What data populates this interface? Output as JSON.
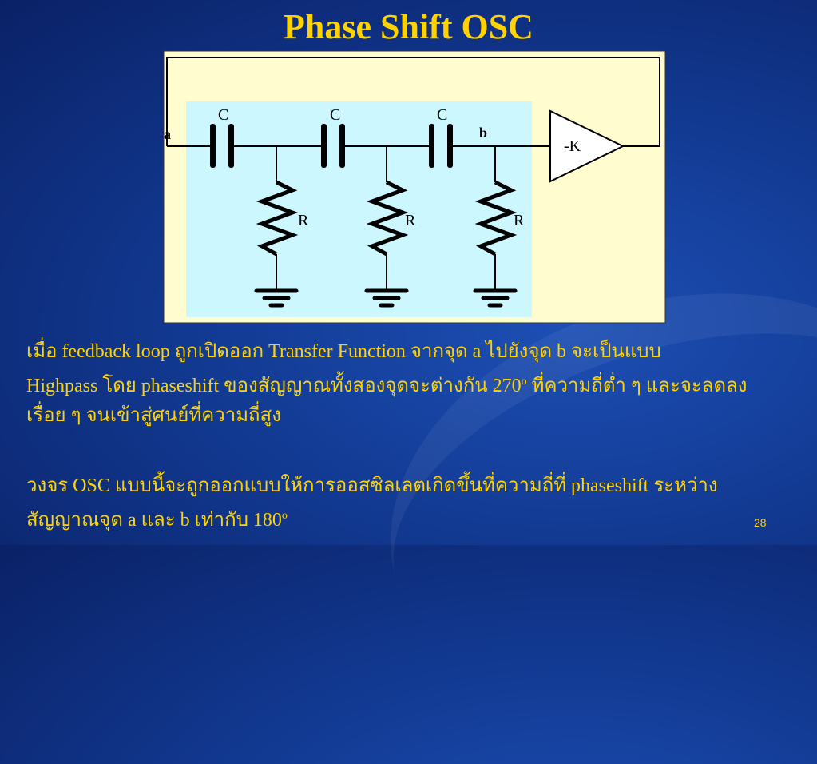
{
  "slide": {
    "title": "Phase Shift OSC",
    "page_number": "28"
  },
  "diagram": {
    "capacitor_label": "C",
    "resistor_label": "R",
    "node_a_label": "a",
    "node_b_label": "b",
    "amplifier_label": "-K",
    "colors": {
      "outer_panel": "#fffdd0",
      "inner_panel": "#ccf7ff",
      "wire": "#000000"
    }
  },
  "text": {
    "p1_line1": "เมื่อ feedback loop ถูกเปิดออก  Transfer Function จากจุด a ไปยังจุด b จะเป็นแบบ",
    "p1_line2a": "Highpass โดย phaseshift ของสัญญาณทั้งสองจุดจะต่างกัน 270",
    "p1_line2_sup": "o",
    "p1_line2b": " ที่ความถี่ต่ำ ๆ และจะลดลง",
    "p1_line3": "เรื่อย ๆ จนเข้าสู่ศนย์ที่ความถี่สูง",
    "p2_line1": "วงจร OSC แบบนี้จะถูกออกแบบให้การออสซิลเลตเกิดขึ้นที่ความถี่ที่ phaseshift ระหว่าง",
    "p2_line2a": "สัญญาณจุด a และ b เท่ากับ 180",
    "p2_line2_sup": "o"
  }
}
